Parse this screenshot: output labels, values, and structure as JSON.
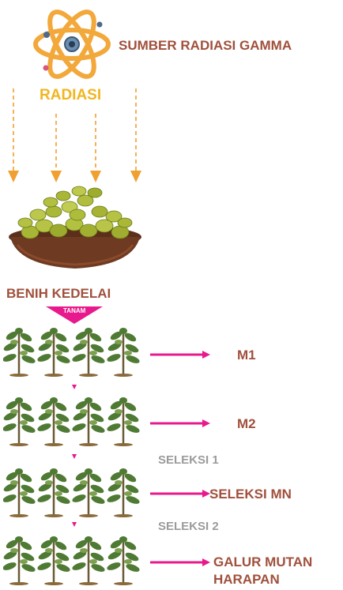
{
  "source": {
    "title": "SUMBER RADIASI GAMMA",
    "radiation_label": "RADIASI",
    "icon": "atom-icon"
  },
  "seed": {
    "label": "BENIH KEDELAI",
    "image": "soybean-bowl"
  },
  "plant_label": "TANAM",
  "stages": [
    {
      "label": "M1"
    },
    {
      "label": "M2"
    },
    {
      "label": "SELEKSI MN"
    },
    {
      "label": "GALUR MUTAN",
      "label2": "HARAPAN"
    }
  ],
  "selections": [
    {
      "label": "SELEKSI 1"
    },
    {
      "label": "SELEKSI 2"
    }
  ],
  "colors": {
    "brown_text": "#a0503c",
    "orange": "#f2b51f",
    "arrow_orange": "#f0a030",
    "magenta": "#e8198c",
    "grey_text": "#9b9b9b",
    "plant_green": "#4f7a34"
  }
}
